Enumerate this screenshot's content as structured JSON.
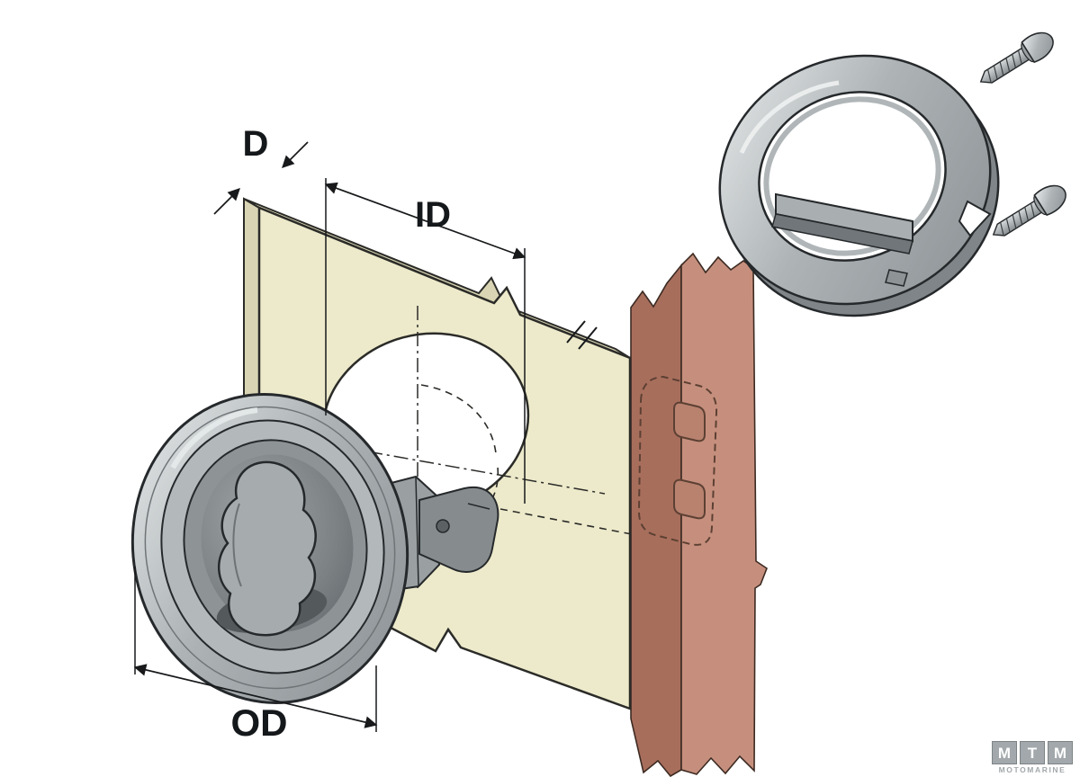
{
  "labels": {
    "d": "D",
    "id": "ID",
    "od": "OD"
  },
  "logo": {
    "letters": [
      "M",
      "T",
      "M"
    ],
    "subtitle": "MOTOMARINE"
  },
  "colors": {
    "background": "#ffffff",
    "panel_face": "#edeacb",
    "panel_edge": "#d9d5b4",
    "back_panel": "#c68f7d",
    "back_panel_edge": "#a86e5c",
    "hole": "#ffffff",
    "metal_light": "#e8ebec",
    "metal_mid": "#aeb4b6",
    "metal_dark": "#868c8e",
    "outline": "#26292b",
    "dimension": "#17191b",
    "logo_gray": "#a2a8ab"
  }
}
